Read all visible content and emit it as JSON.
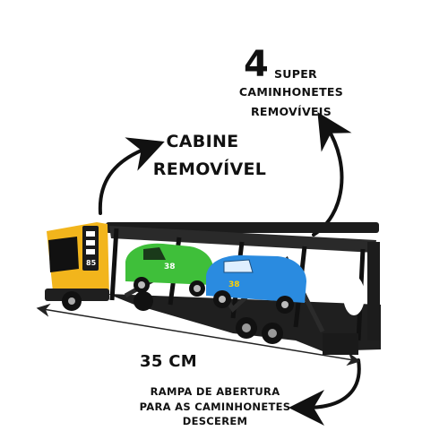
{
  "callouts": {
    "count_number": "4",
    "count_label": "SUPER",
    "count_line2": "CAMINHONETES",
    "count_line3": "REMOVÍVEIS",
    "cab_line1": "CABINE",
    "cab_line2": "REMOVÍVEL",
    "length": "35 CM",
    "ramp_line1": "RAMPA DE ABERTURA",
    "ramp_line2": "PARA AS CAMINHONETES",
    "ramp_line3": "DESCEREM"
  },
  "truck": {
    "number": "85",
    "car_number": "38"
  },
  "colors": {
    "cab_yellow": "#f2b51c",
    "trailer_black": "#1c1c1c",
    "green_car": "#3fbf3a",
    "blue_car": "#2a8be0"
  }
}
